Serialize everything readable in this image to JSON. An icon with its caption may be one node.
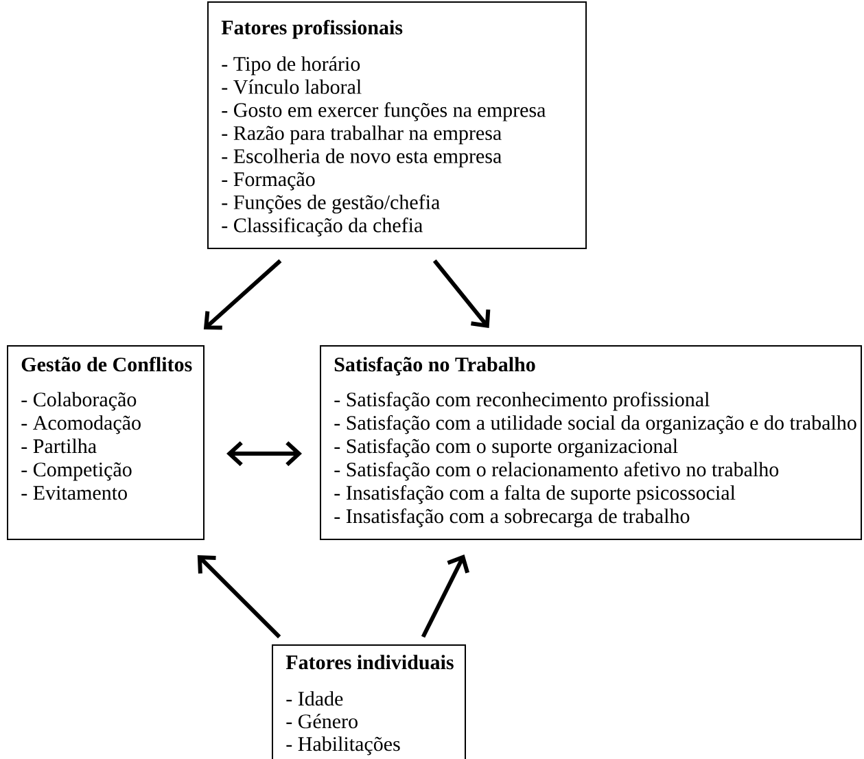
{
  "diagram": {
    "nodes": [
      {
        "text": [
          "Fatores profissionais",
          "- Tipo de horário",
          "- Vínculo laboral",
          "- Gosto em exercer funções na empresa",
          "- Razão para trabalhar na empresa",
          "- Escolheria de novo esta empresa",
          "- Formação",
          "- Funções de gestão/chefia",
          "- Classificação da chefia"
        ]
      },
      {
        "text": [
          "Gestão de Conflitos",
          "- Colaboração",
          "- Acomodação",
          "- Partilha",
          "- Competição",
          "- Evitamento"
        ]
      },
      {
        "text": [
          "Satisfação no Trabalho",
          "- Satisfação com reconhecimento profissional",
          "- Satisfação com a utilidade social da organização e do trabalho",
          "- Satisfação com o suporte organizacional",
          "- Satisfação com o relacionamento afetivo no trabalho",
          "- Insatisfação com a falta de suporte psicossocial",
          "- Insatisfação com a sobrecarga de trabalho"
        ]
      },
      {
        "text": [
          "Fatores individuais",
          "- Idade",
          "- Género",
          "- Habilitações"
        ]
      }
    ],
    "edges": [
      {
        "from": 0,
        "to": 1,
        "arrow": "to"
      },
      {
        "from": 0,
        "to": 2,
        "arrow": "to"
      },
      {
        "from": 1,
        "to": 2,
        "arrow": "both"
      },
      {
        "from": 3,
        "to": 1,
        "arrow": "to"
      },
      {
        "from": 3,
        "to": 2,
        "arrow": "to"
      }
    ]
  }
}
